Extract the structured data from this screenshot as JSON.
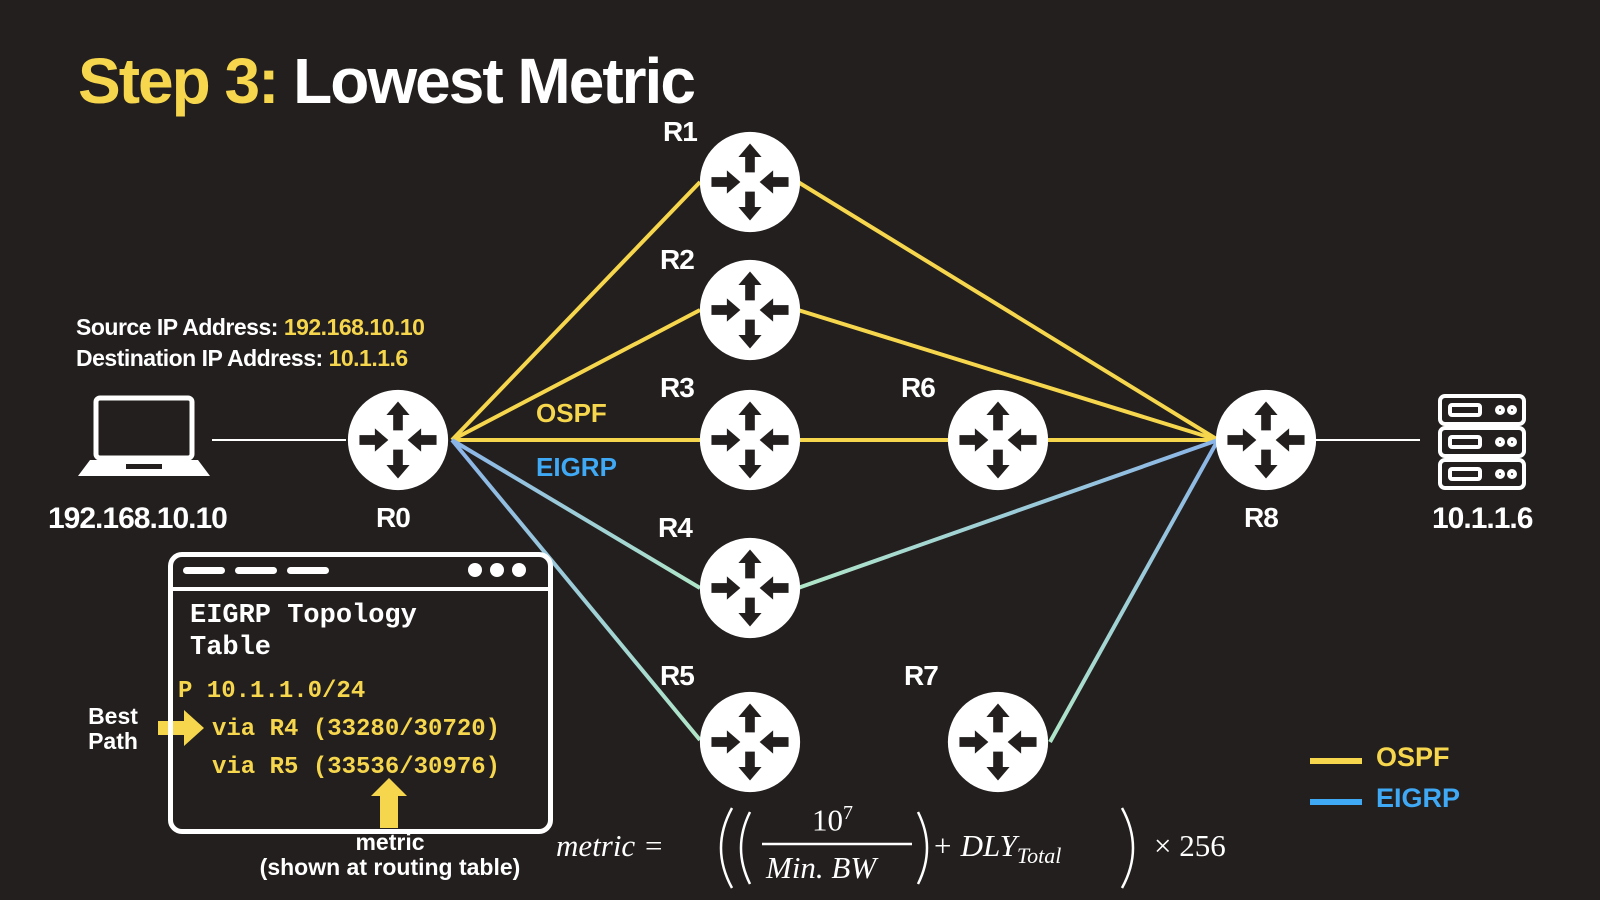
{
  "title": {
    "step": "Step 3:",
    "main": "Lowest Metric"
  },
  "source": {
    "label": "Source IP Address:",
    "ip": "192.168.10.10"
  },
  "destination": {
    "label": "Destination IP Address:",
    "ip": "10.1.1.6"
  },
  "hosts": {
    "laptop_ip": "192.168.10.10",
    "server_ip": "10.1.1.6"
  },
  "routers": [
    "R0",
    "R1",
    "R2",
    "R3",
    "R4",
    "R5",
    "R6",
    "R7",
    "R8"
  ],
  "link_labels": {
    "ospf": "OSPF",
    "eigrp": "EIGRP"
  },
  "topology_table": {
    "title_line1": "EIGRP Topology",
    "title_line2": "Table",
    "prefix": "P 10.1.1.0/24",
    "route1": "via R4 (33280/30720)",
    "route2": "via R5 (33536/30976)"
  },
  "annotations": {
    "best_path_1": "Best",
    "best_path_2": "Path",
    "metric": "metric",
    "metric_note": "(shown at routing table)"
  },
  "formula": {
    "lhs": "metric =",
    "numerator": "10",
    "exponent": "7",
    "denominator": "Min. BW",
    "plus": "+ DLY",
    "subscript": "Total",
    "times": "× 256"
  },
  "legend": [
    {
      "label": "OSPF",
      "color": "#f6d64d"
    },
    {
      "label": "EIGRP",
      "color": "#3fa9f5"
    }
  ],
  "colors": {
    "ospf": "#f6d64d",
    "eigrp": "#3fa9f5",
    "eigrp_alt": "#8ab4e8",
    "eigrp_green": "#a8e0c8",
    "background": "#231f1e"
  },
  "icons": {
    "router": "router-icon",
    "laptop": "laptop-icon",
    "server": "server-icon",
    "arrow": "arrow-right-icon"
  }
}
